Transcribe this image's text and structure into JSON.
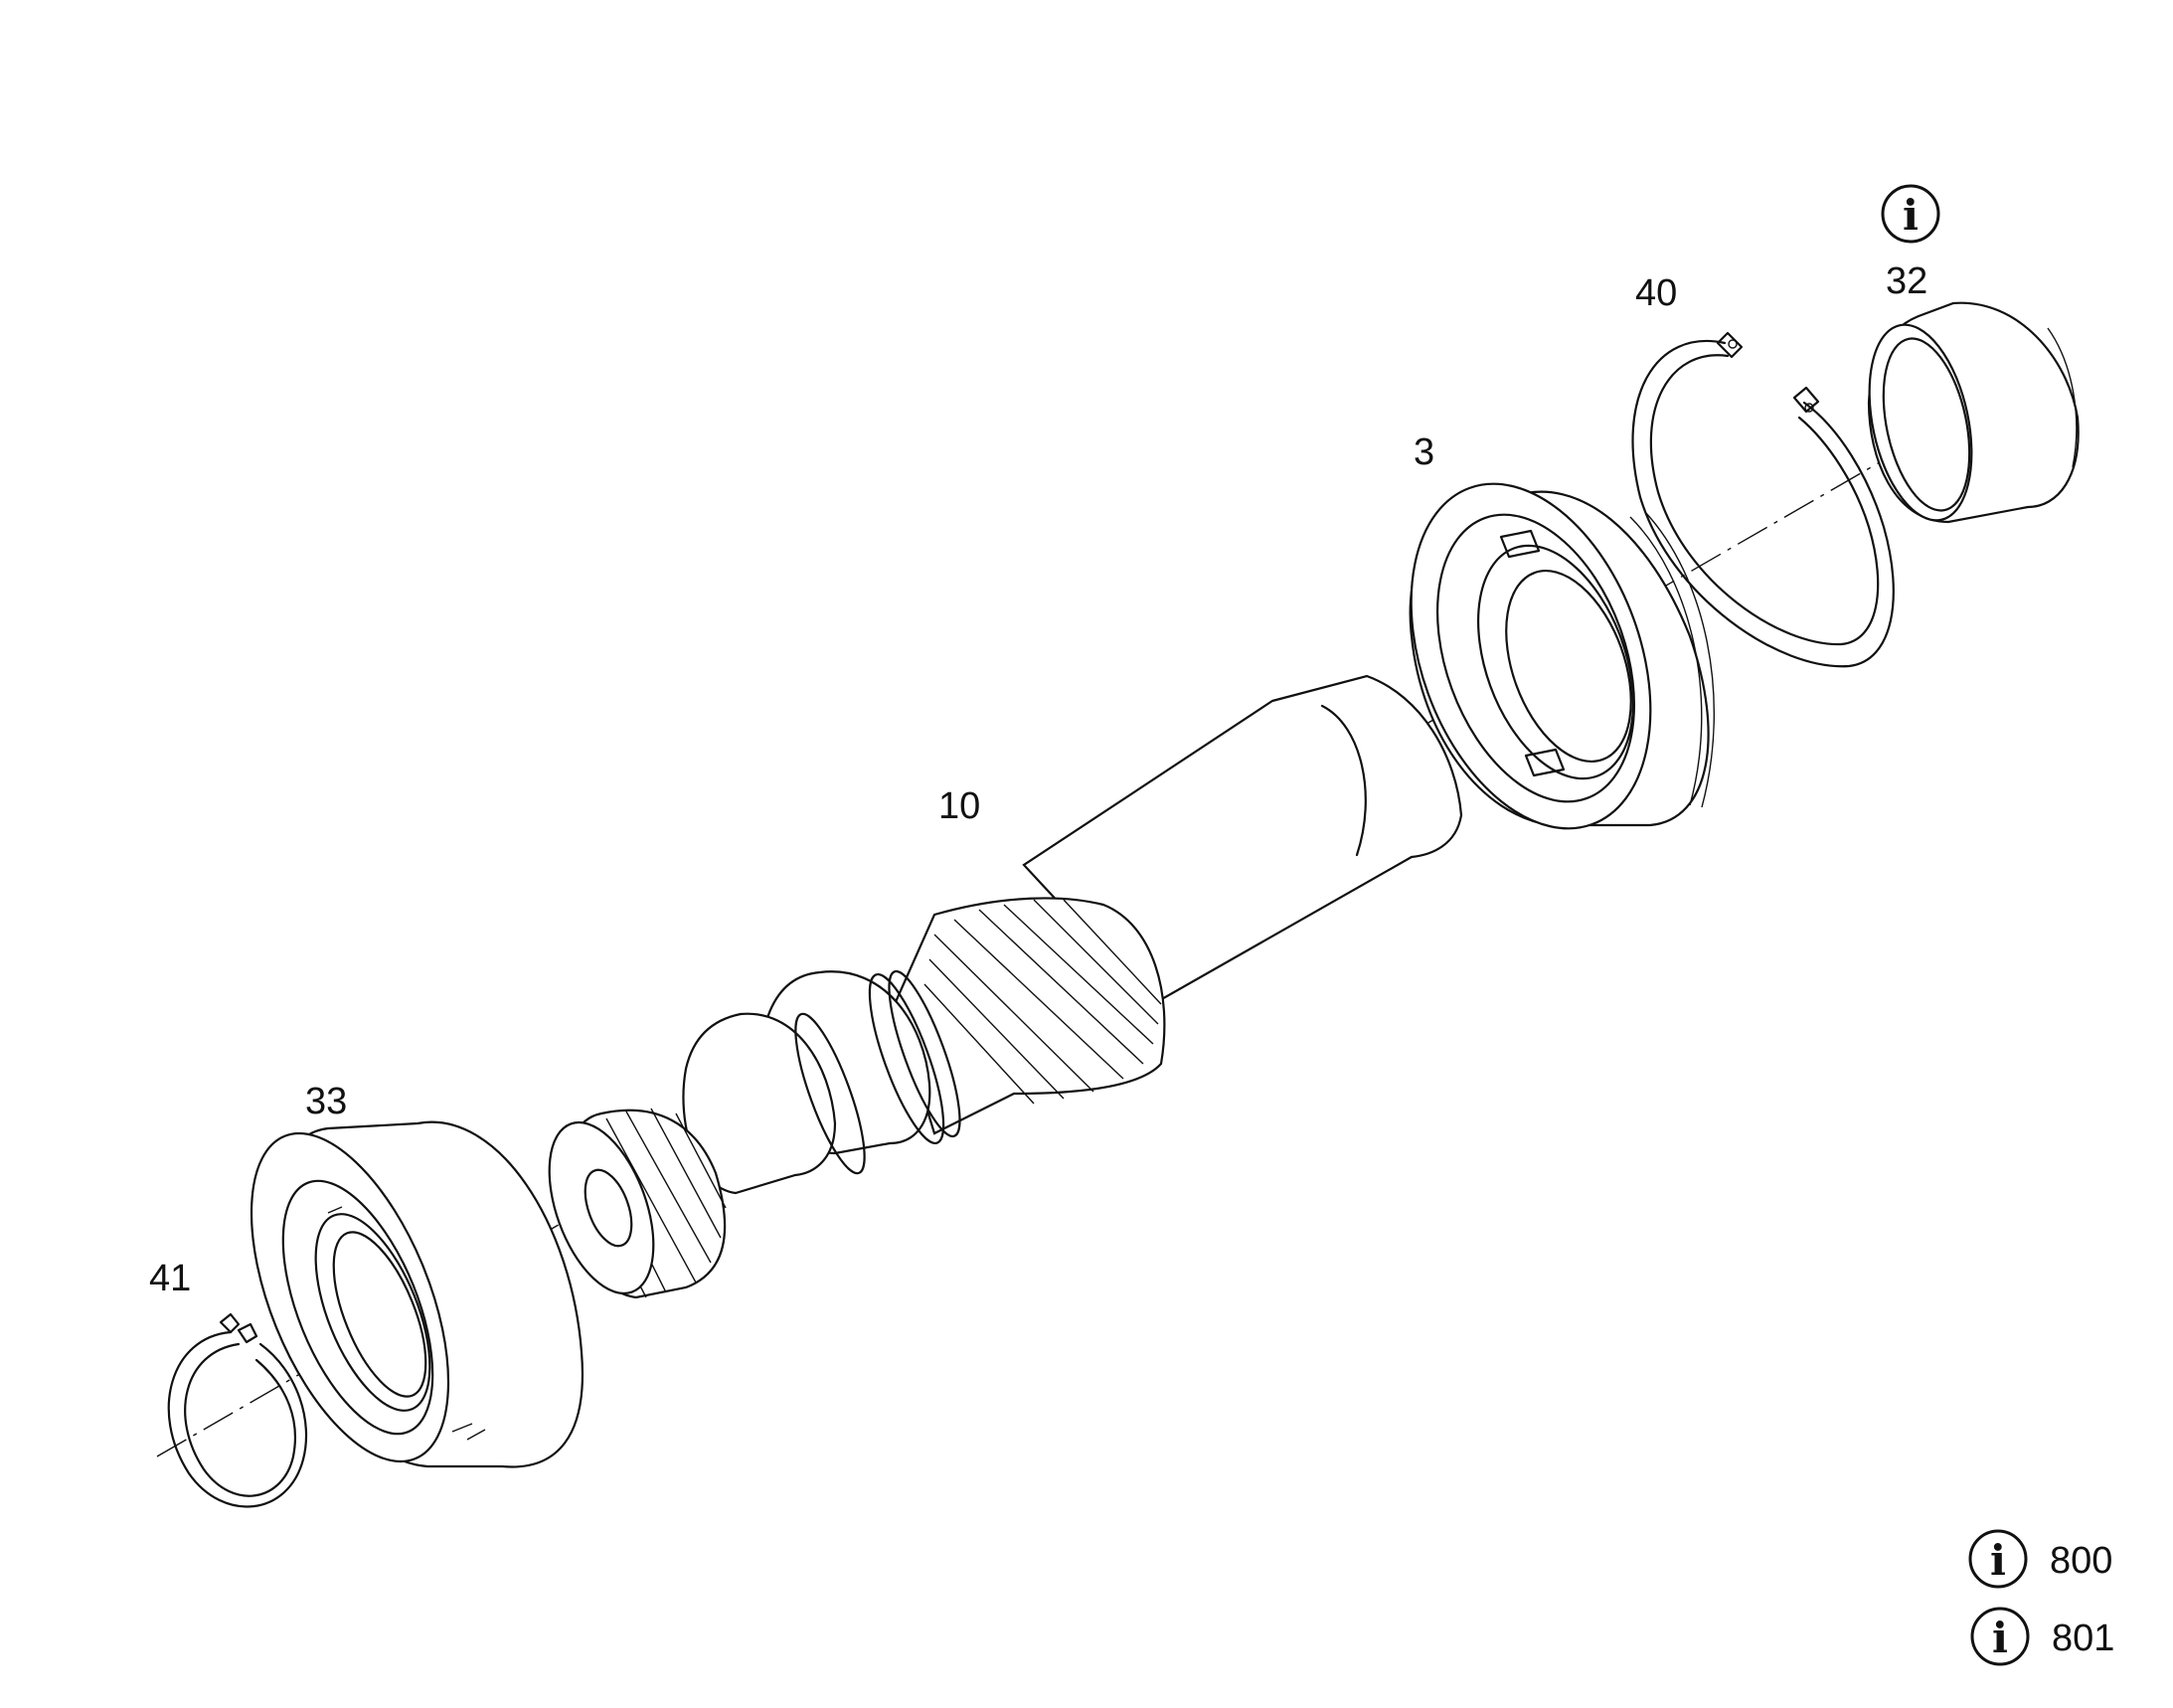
{
  "parts": [
    {
      "id": "part-41",
      "label": "41",
      "name": "snap-ring"
    },
    {
      "id": "part-33",
      "label": "33",
      "name": "ball-bearing"
    },
    {
      "id": "part-10",
      "label": "10",
      "name": "splined-shaft"
    },
    {
      "id": "part-3",
      "label": "3",
      "name": "shaft-seal"
    },
    {
      "id": "part-40",
      "label": "40",
      "name": "retaining-ring"
    },
    {
      "id": "part-32",
      "label": "32",
      "name": "bushing"
    }
  ],
  "info_refs": [
    {
      "label": "800"
    },
    {
      "label": "801"
    }
  ],
  "icons": {
    "info": "info-circle-icon",
    "info_glyph": "i"
  }
}
